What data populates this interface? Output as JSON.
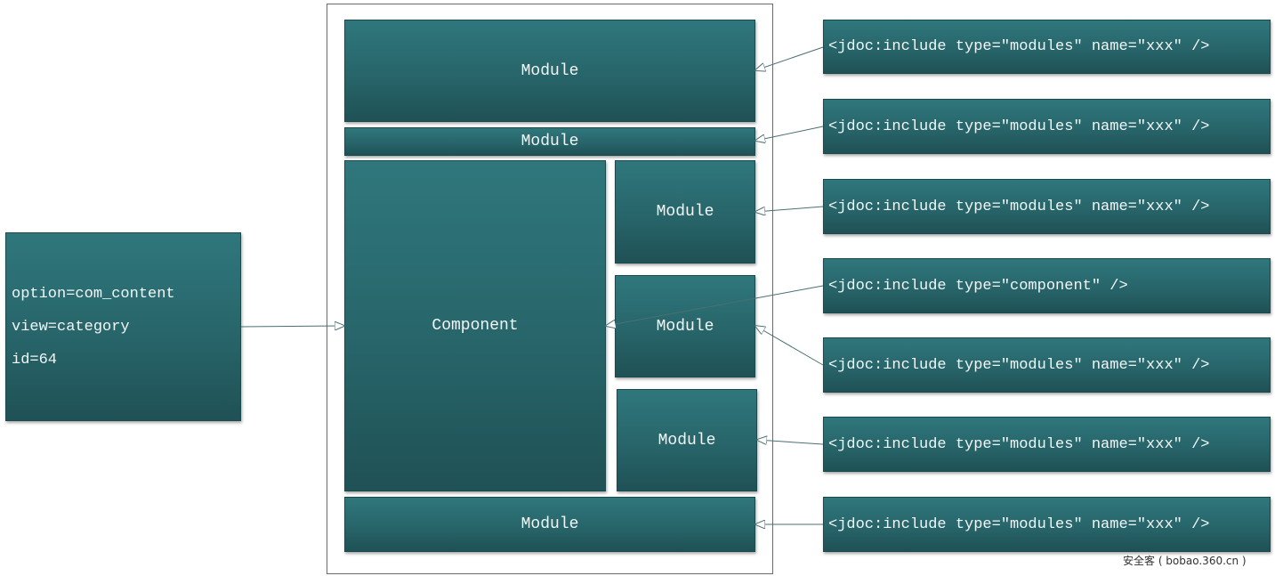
{
  "request": {
    "lines": [
      "option=com_content",
      "view=category",
      "id=64"
    ]
  },
  "layout": {
    "module_label": "Module",
    "component_label": "Component"
  },
  "includes": {
    "module_tag": "<jdoc:include type=\"modules\" name=\"xxx\" />",
    "component_tag": "<jdoc:include type=\"component\" />"
  },
  "watermark": "安全客 ( bobao.360.cn )",
  "colors": {
    "box_top": "#2f777c",
    "box_bottom": "#1f5155",
    "text": "#f2f7f7",
    "connector": "#4a6f72"
  }
}
